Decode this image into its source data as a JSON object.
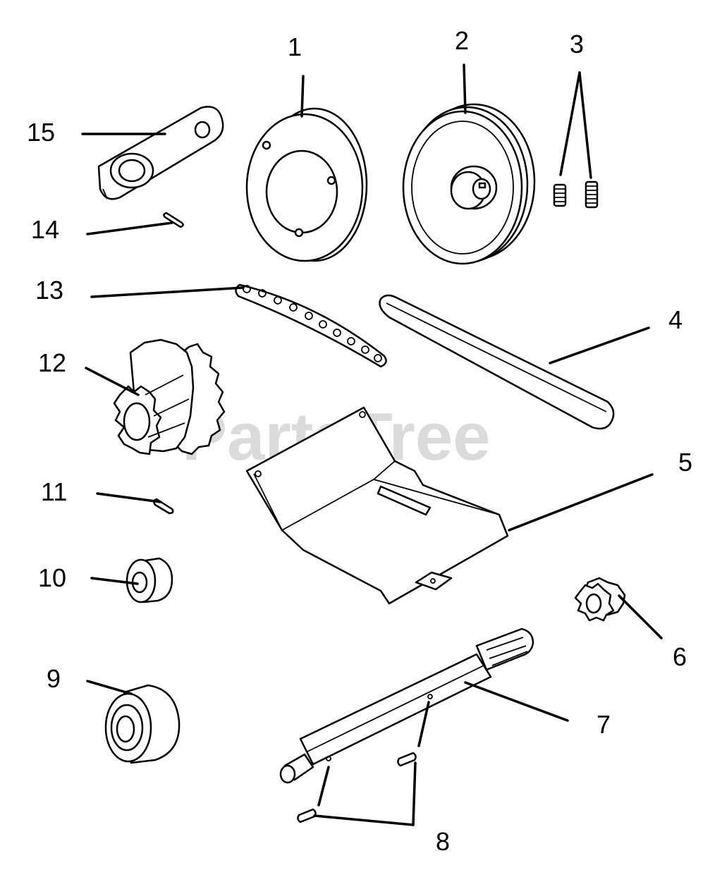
{
  "watermark": "PartsTree",
  "callouts": [
    {
      "id": "1",
      "label": "1"
    },
    {
      "id": "2",
      "label": "2"
    },
    {
      "id": "3",
      "label": "3"
    },
    {
      "id": "4",
      "label": "4"
    },
    {
      "id": "5",
      "label": "5"
    },
    {
      "id": "6",
      "label": "6"
    },
    {
      "id": "7",
      "label": "7"
    },
    {
      "id": "8",
      "label": "8"
    },
    {
      "id": "9",
      "label": "9"
    },
    {
      "id": "10",
      "label": "10"
    },
    {
      "id": "11",
      "label": "11"
    },
    {
      "id": "12",
      "label": "12"
    },
    {
      "id": "13",
      "label": "13"
    },
    {
      "id": "14",
      "label": "14"
    },
    {
      "id": "15",
      "label": "15"
    }
  ]
}
